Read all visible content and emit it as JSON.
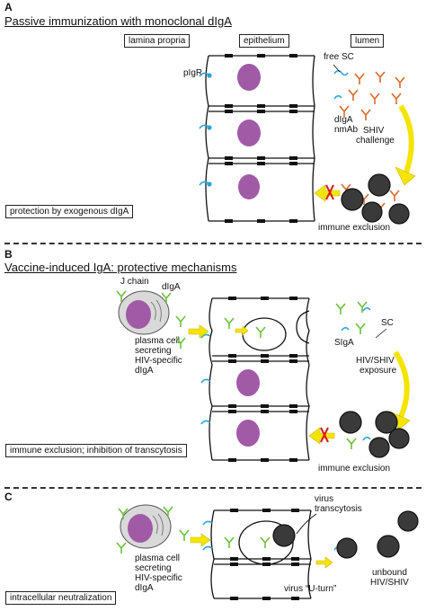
{
  "panel_a": {
    "label": "A",
    "title": "Passive immunization with monoclonal dIgA",
    "lamina_propria": "lamina propria",
    "epithelium": "epithelium",
    "lumen": "lumen",
    "pigr": "pIgR",
    "free_sc": "free SC",
    "digA_line1": "dIgA",
    "digA_line2": "nmAb",
    "shiv_line1": "SHIV",
    "shiv_line2": "challenge",
    "immune_exclusion": "immune exclusion",
    "box": "protection by exogenous dIgA"
  },
  "panel_b": {
    "label": "B",
    "title": "Vaccine-induced IgA: protective mechanisms",
    "j_chain": "J chain",
    "digA": "dIgA",
    "plasma_line1": "plasma cell",
    "plasma_line2": "secreting",
    "plasma_line3": "HIV-specific",
    "plasma_line4": "dIgA",
    "sc": "SC",
    "siga": "SIgA",
    "exposure_line1": "HIV/SHIV",
    "exposure_line2": "exposure",
    "immune_exclusion": "immune exclusion",
    "box": "immune exclusion; inhibition of transcytosis"
  },
  "panel_c": {
    "label": "C",
    "plasma_line1": "plasma cell",
    "plasma_line2": "secreting",
    "plasma_line3": "HIV-specific",
    "plasma_line4": "dIgA",
    "virus_transcytosis_line1": "virus",
    "virus_transcytosis_line2": "transcytosis",
    "virus_uturn": "virus “U-turn”",
    "unbound_line1": "unbound",
    "unbound_line2": "HIV/SHIV",
    "box": "intracellular neutralization"
  },
  "colors": {
    "nucleus": "#a15aa6",
    "pigr": "#2aa3d6",
    "antibody_orange": "#d9692a",
    "antibody_green": "#6cbf3c",
    "arrow_yellow": "#f5e400",
    "block_red": "#d7191c",
    "virus": "#3a3a3a"
  }
}
